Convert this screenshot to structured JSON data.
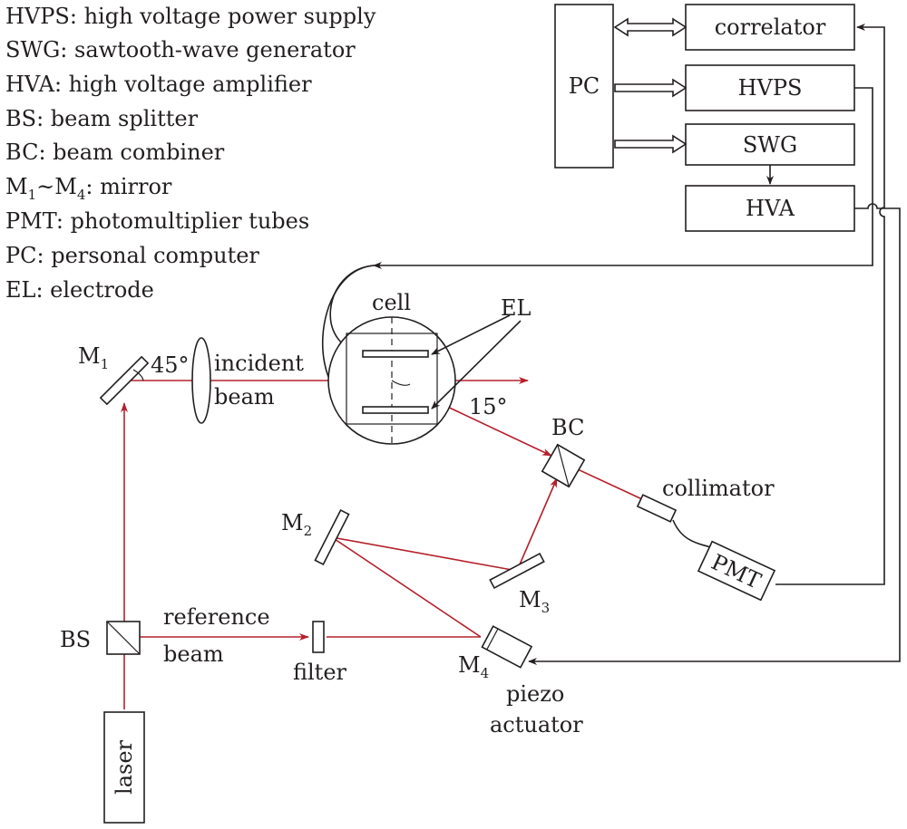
{
  "colors": {
    "beam": "#b5202b",
    "ink": "#231f20"
  },
  "legend": [
    "HVPS: high voltage power supply",
    "SWG: sawtooth-wave generator",
    "HVA: high voltage amplifier",
    "BS: beam splitter",
    "BC: beam combiner",
    "M1~M4: mirror",
    "PMT: photomultiplier tubes",
    "PC: personal computer",
    "EL: electrode"
  ],
  "legend_mirror": {
    "m": "M",
    "sub_a": "1",
    "tilde": "~",
    "sub_b": "4",
    "rest": ": mirror"
  },
  "boxes": {
    "pc": "PC",
    "correlator": "correlator",
    "hvps": "HVPS",
    "swg": "SWG",
    "hva": "HVA",
    "laser": "laser",
    "pmt": "PMT"
  },
  "labels": {
    "cell": "cell",
    "el": "EL",
    "incident_1": "incident",
    "incident_2": "beam",
    "angle_45": "45°",
    "angle_15": "15°",
    "bc": "BC",
    "bs": "BS",
    "collimator": "collimator",
    "reference_1": "reference",
    "reference_2": "beam",
    "filter": "filter",
    "piezo_1": "piezo",
    "piezo_2": "actuator"
  },
  "mirrors": [
    {
      "m": "M",
      "sub": "1"
    },
    {
      "m": "M",
      "sub": "2"
    },
    {
      "m": "M",
      "sub": "3"
    },
    {
      "m": "M",
      "sub": "4"
    }
  ]
}
